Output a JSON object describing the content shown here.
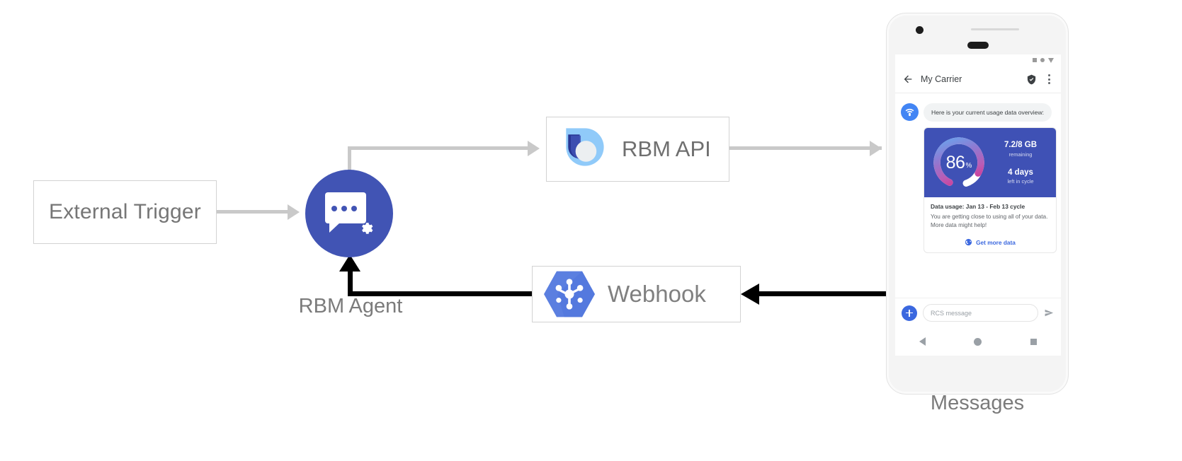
{
  "diagram": {
    "nodes": {
      "external_trigger": {
        "label": "External Trigger"
      },
      "rbm_agent": {
        "caption": "RBM Agent",
        "icon": "chat-gear-icon",
        "color": "#4154b4"
      },
      "rbm_api": {
        "label": "RBM API",
        "icon": "rbm-api-logo-icon"
      },
      "webhook": {
        "label": "Webhook",
        "icon": "webhook-hexagon-icon"
      },
      "messages": {
        "caption": "Messages"
      }
    },
    "connector_colors": {
      "light": "#c9c9c9",
      "dark": "#000000"
    }
  },
  "phone": {
    "status_bar": {
      "icons": [
        "signal-square-icon",
        "wifi-dot-icon",
        "battery-triangle-icon"
      ]
    },
    "app_bar": {
      "back_icon": "back-arrow-icon",
      "title": "My Carrier",
      "verified_icon": "verified-shield-icon",
      "overflow_icon": "overflow-menu-icon"
    },
    "conversation": {
      "agent_avatar_icon": "carrier-wifi-avatar-icon",
      "incoming_message": "Here is your current usage data overview:"
    },
    "rich_card": {
      "gauge": {
        "value": "86",
        "unit": "%",
        "percent": 86
      },
      "hero": {
        "data_primary": "7.2/8 GB",
        "data_secondary": "remaining",
        "days_primary": "4 days",
        "days_secondary": "left in cycle",
        "background": "#3f51b5"
      },
      "title": "Data usage: Jan 13 - Feb 13 cycle",
      "description": "You are getting close to using all of your data. More data might help!",
      "action": {
        "icon": "globe-icon",
        "label": "Get more data",
        "color": "#3b68df"
      }
    },
    "composer": {
      "plus_icon": "plus-button-icon",
      "placeholder": "RCS message",
      "send_icon": "send-icon"
    },
    "nav_bar": {
      "icons": [
        "nav-back-icon",
        "nav-home-icon",
        "nav-recents-icon"
      ]
    }
  }
}
